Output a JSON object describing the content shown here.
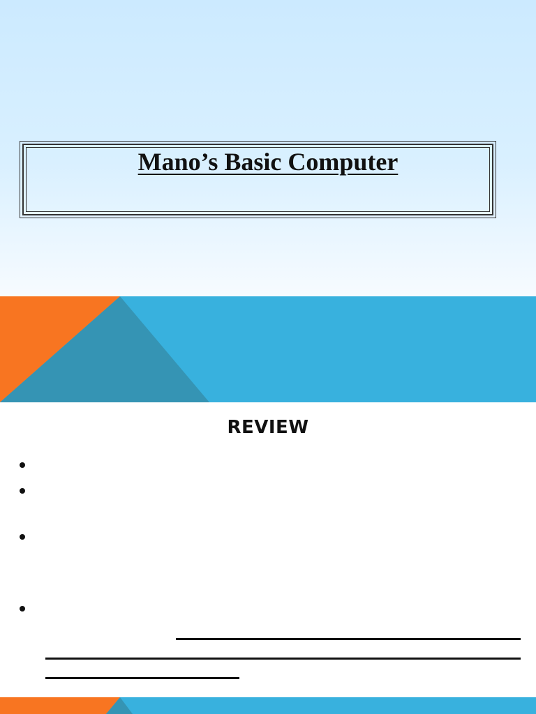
{
  "slide1": {
    "title": "Mano’s Basic Computer"
  },
  "slide2": {
    "heading": "REVIEW",
    "bullet_count": 4
  },
  "colors": {
    "sky_top": "#cceaff",
    "band_blue": "#38b1de",
    "band_dark_blue": "#3594b4",
    "band_orange": "#f87521",
    "text": "#111111"
  }
}
